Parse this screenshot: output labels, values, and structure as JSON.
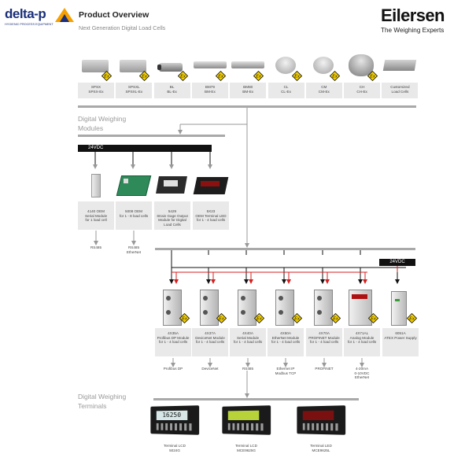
{
  "header": {
    "brand_left": "delta-p",
    "brand_left_sub": "HYGIENIC PROCESS EQUIPMENT",
    "title": "Product Overview",
    "subtitle": "Next Generation Digital Load Cells",
    "brand_right": "Eilersen",
    "brand_right_sub": "The Weighing Experts"
  },
  "load_cells": [
    {
      "l1": "SPSX",
      "l2": "SPSX-Ex",
      "ex": true
    },
    {
      "l1": "SPSXL",
      "l2": "SPSXL-Ex",
      "ex": true
    },
    {
      "l1": "BL",
      "l2": "BL-Ex",
      "ex": true
    },
    {
      "l1": "BM79",
      "l2": "BM-Ex",
      "ex": true
    },
    {
      "l1": "BM80",
      "l2": "BM-Ex",
      "ex": true
    },
    {
      "l1": "CL",
      "l2": "CL-Ex",
      "ex": true
    },
    {
      "l1": "CM",
      "l2": "CM-Ex",
      "ex": true
    },
    {
      "l1": "CH",
      "l2": "CH-Ex",
      "ex": true
    },
    {
      "l1": "Customized",
      "l2": "Load Cells",
      "ex": false
    }
  ],
  "sections": {
    "modules_l1": "Digital Weighing",
    "modules_l2": "Modules",
    "terminals_l1": "Digital Weighing",
    "terminals_l2": "Terminals"
  },
  "power": {
    "left": "24VDC",
    "right": "24VDC"
  },
  "oem_modules": [
    {
      "lines": [
        "4140 OEM",
        "Serial Module",
        "for 1 load cell"
      ],
      "out": [
        "RS485"
      ]
    },
    {
      "lines": [
        "5008 OEM",
        "for 1 - 8 load cells"
      ],
      "out": [
        "RS485",
        "EtherNet"
      ]
    },
    {
      "lines": [
        "5429",
        "Strain Gage Output",
        "Module for Digital",
        "Load Cells"
      ],
      "out": []
    },
    {
      "lines": [
        "5X23",
        "OEM Terminal LED",
        "for 1 - 4 load cells"
      ],
      "out": []
    }
  ],
  "din_modules": [
    {
      "lines": [
        "4X35A",
        "Profibus DP Module",
        "for 1 - 4 load cells"
      ],
      "out": [
        "Profibus DP"
      ],
      "ex": true
    },
    {
      "lines": [
        "4X37A",
        "DeviceNet Module",
        "for 1 - 4 load cells"
      ],
      "out": [
        "DeviceNet"
      ],
      "ex": true
    },
    {
      "lines": [
        "4X40A",
        "Serial Module",
        "for 1 - 4 load cells"
      ],
      "out": [
        "RS485"
      ],
      "ex": true
    },
    {
      "lines": [
        "4X50A",
        "EtherNet Module",
        "for 1 - 4 load cells"
      ],
      "out": [
        "Ethernet IP",
        "Modbus TCP"
      ],
      "ex": true
    },
    {
      "lines": [
        "4X70A",
        "PROFINET Module",
        "for 1 - 4 load cells"
      ],
      "out": [
        "PROFINET"
      ],
      "ex": true
    },
    {
      "lines": [
        "4X71AL",
        "Analog Module",
        "for 1 - 4 load cells"
      ],
      "out": [
        "4-20mA",
        "0-10VDC",
        "EtherNet"
      ],
      "ex": true
    },
    {
      "lines": [
        "6051A",
        "ATEX Power Supply"
      ],
      "out": [],
      "ex": true
    }
  ],
  "terminals": [
    {
      "l1": "Terminal LCD",
      "l2": "5024G",
      "display": "16250"
    },
    {
      "l1": "Terminal LCD",
      "l2": "MCE9625G",
      "display": ""
    },
    {
      "l1": "Terminal LED",
      "l2": "MCE9625L",
      "display": ""
    }
  ],
  "ex_label": "Ex",
  "colors": {
    "bar": "#a9a9a9",
    "label_bg": "#e9e9e9",
    "ex_yellow": "#f5d000",
    "red_line": "#d42020",
    "dark": "#111111"
  }
}
